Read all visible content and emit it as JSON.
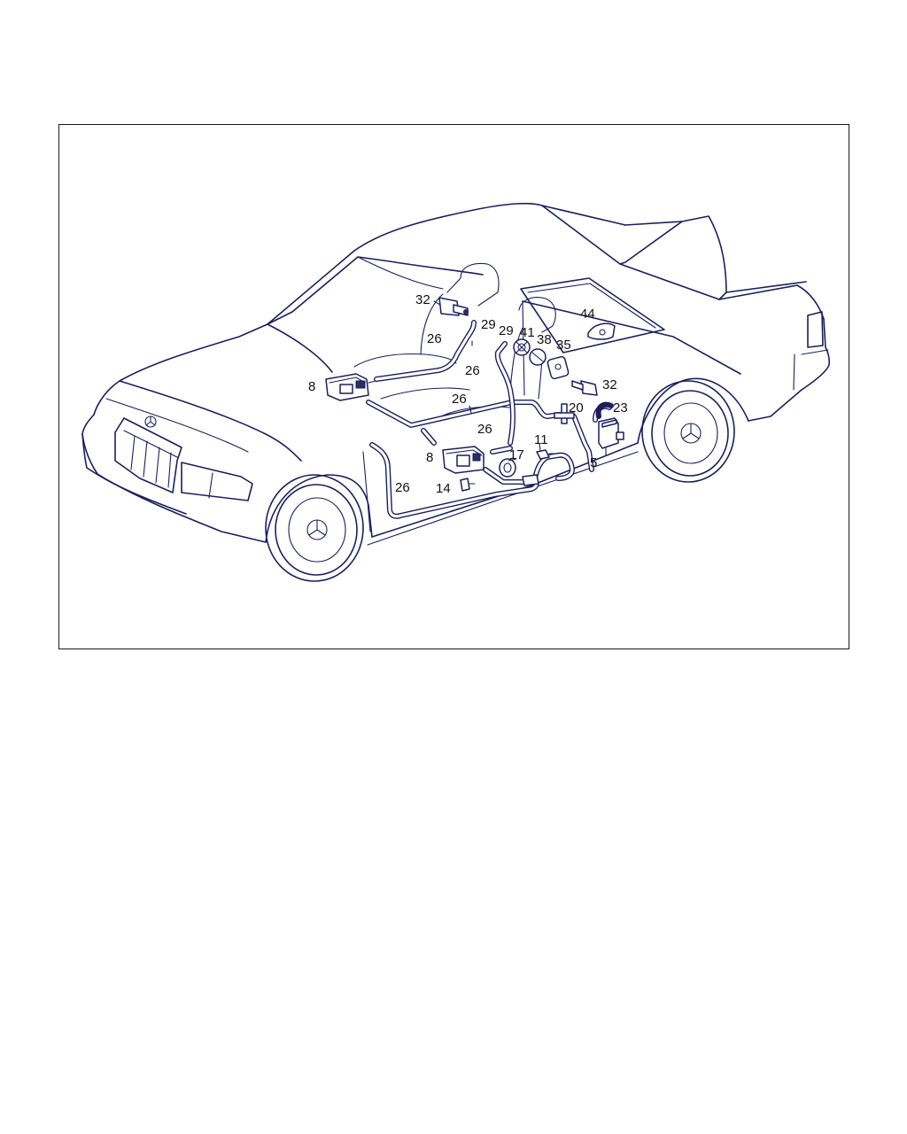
{
  "callouts": {
    "c32a": "32",
    "c29a": "29",
    "c26a": "26",
    "c8a": "8",
    "c29b": "29",
    "c41": "41",
    "c38": "38",
    "c35": "35",
    "c44": "44",
    "c26b": "26",
    "c26c": "26",
    "c32b": "32",
    "c20": "20",
    "c23": "23",
    "c26d": "26",
    "c11": "11",
    "c8b": "8",
    "c17": "17",
    "c5": "5",
    "c26e": "26",
    "c14": "14"
  },
  "colors": {
    "line": "#1b1f5e",
    "text": "#111111",
    "frame": "#1a1a1a",
    "background": "#ffffff"
  }
}
